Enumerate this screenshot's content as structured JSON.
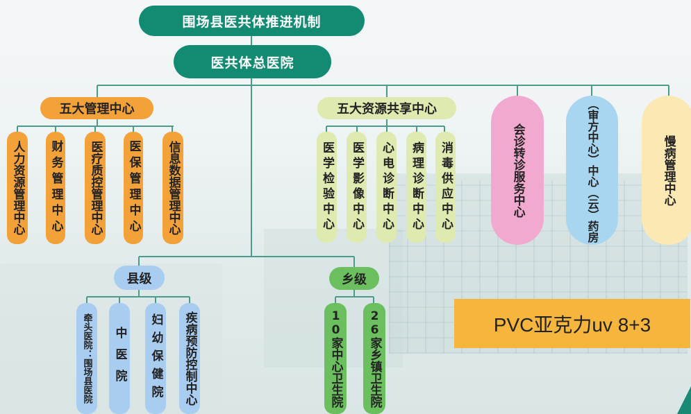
{
  "top": {
    "title": "围场县医共体推进机制",
    "subtitle": "医共体总医院"
  },
  "management": {
    "header": "五大管理中心",
    "items": [
      "人力资源管理中心",
      "财务管理中心",
      "医疗质控管理中心",
      "医保管理中心",
      "信息数据管理中心"
    ]
  },
  "resources": {
    "header": "五大资源共享中心",
    "items": [
      "医学检验中心",
      "医学影像中心",
      "心电诊断中心",
      "病理诊断中心",
      "消毒供应中心"
    ]
  },
  "side_centers": [
    "会诊转诊服务中心",
    "（审方中心）中心（云）药房",
    "慢病管理中心"
  ],
  "county": {
    "header": "县级",
    "items": [
      "牵头医院：围场县医院",
      "中医院",
      "妇幼保健院",
      "疾病预防控制中心"
    ]
  },
  "township": {
    "header": "乡级",
    "items": [
      "10家中心卫生院",
      "26家乡镇卫生院"
    ]
  },
  "label": "PVC亚克力uv 8+3",
  "colors": {
    "title": "#138a72",
    "management": "#f3a23a",
    "resources": "#dfeab0",
    "county": "#a9cdf0",
    "township": "#6cbf5f",
    "consult": "#f2a9cf",
    "pharmacy": "#a8d5f0",
    "chronic": "#fbe8b2",
    "label": "#f6b53d"
  }
}
